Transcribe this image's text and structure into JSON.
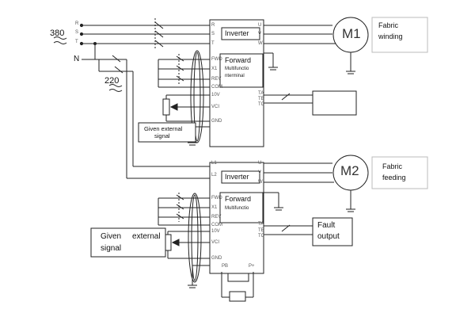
{
  "supply": {
    "three_phase": "380",
    "single_phase": "220",
    "neutral": "N",
    "phase_labels": [
      "R",
      "S",
      "T"
    ]
  },
  "drive1": {
    "inverter": "Inverter",
    "forward": "Forward",
    "multifunction": "Multifunctio",
    "terminal": "nterminal",
    "input_pins": [
      "R",
      "S",
      "T"
    ],
    "output_pins": [
      "U",
      "V",
      "W"
    ],
    "control_pins": [
      "FWD",
      "X1",
      "REV",
      "COM",
      "10V",
      "VCI",
      "GND"
    ],
    "relay_pins": [
      "TA",
      "TB",
      "TC"
    ]
  },
  "drive2": {
    "inverter": "Inverter",
    "forward": "Forward",
    "multifunction": "Multifunctio",
    "input_pins": [
      "L1",
      "L2"
    ],
    "output_pins": [
      "U",
      "V",
      "W"
    ],
    "control_pins": [
      "FWD",
      "X1",
      "REV",
      "COM",
      "10V",
      "VCI",
      "GND"
    ],
    "relay_pins": [
      "TA",
      "TB",
      "TC"
    ],
    "brake_pins": [
      "PB",
      "P+"
    ]
  },
  "motor1": {
    "label": "M1",
    "caption_line1": "Fabric",
    "caption_line2": "winding"
  },
  "motor2": {
    "label": "M2",
    "caption_line1": "Fabric",
    "caption_line2": "feeding"
  },
  "signal1": {
    "line1": "Given external",
    "line2": "signal"
  },
  "signal2": {
    "line1": "Given     external",
    "line2": "signal"
  },
  "fault": {
    "line1": "Fault",
    "line2": "output"
  },
  "colors": {
    "line": "#222222",
    "accent": "#444444"
  }
}
